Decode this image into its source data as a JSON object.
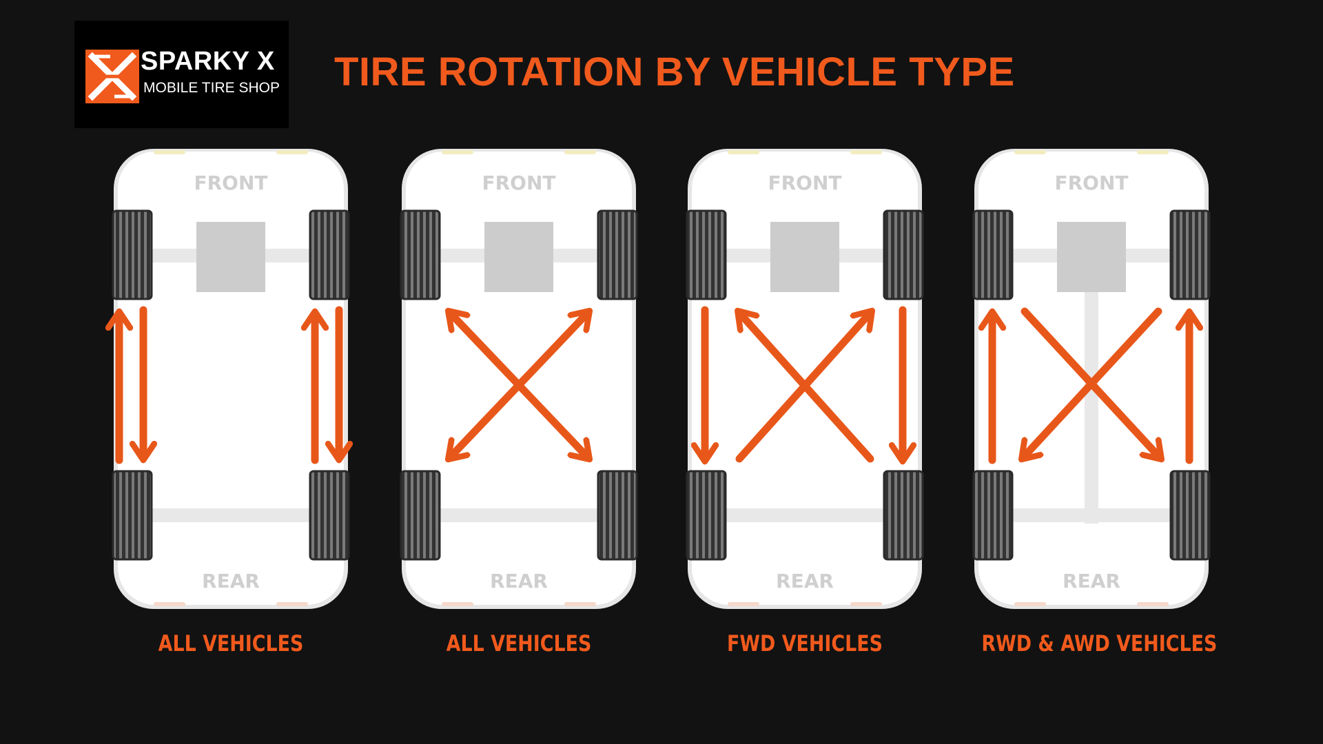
{
  "brand": {
    "name": "SPARKY X",
    "tagline": "MOBILE TIRE SHOP",
    "logo_icon": "sparky-x-logo-icon"
  },
  "title": "TIRE ROTATION BY VEHICLE TYPE",
  "colors": {
    "background": "#121212",
    "accent": "#f15a1d",
    "arrow": "#e8571a",
    "car_body": "#ffffff",
    "tire": "#3a3a3a",
    "panel_gray": "#cccccc"
  },
  "diagrams": [
    {
      "front_label": "FRONT",
      "rear_label": "REAR",
      "caption": "ALL VEHICLES",
      "pattern": "front-rear-swap"
    },
    {
      "front_label": "FRONT",
      "rear_label": "REAR",
      "caption": "ALL VEHICLES",
      "pattern": "x-pattern"
    },
    {
      "front_label": "FRONT",
      "rear_label": "REAR",
      "caption": "FWD VEHICLES",
      "pattern": "forward-cross"
    },
    {
      "front_label": "FRONT",
      "rear_label": "REAR",
      "caption": "RWD & AWD VEHICLES",
      "pattern": "rearward-cross"
    }
  ]
}
